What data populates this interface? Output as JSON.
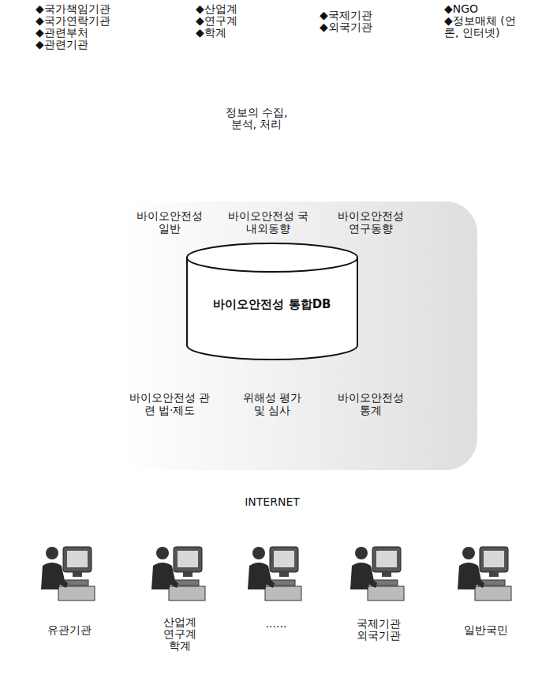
{
  "diagram": {
    "nodes": [
      {
        "text": [
          "바이오안전성 일반",
          "바이오안전성 국내외동향",
          "바이오안전성 연구동향",
          "바이오안전성 관련 법·제도",
          "위해성 평가 및 심사",
          "바이오안전성 통계"
        ]
      },
      {
        "text": [
          "바이오안전성 통합DB"
        ],
        "in": 0
      }
    ],
    "labels": [
      "◆국가책임기관",
      "◆국가연락기관",
      "◆관련부처",
      "◆관련기관",
      "◆산업계",
      "◆연구계",
      "◆학계",
      "◆국제기관",
      "◆외국기관",
      "◆NGO",
      "◆정보매체 (언론, 인터넷)",
      "정보의 수집, 분석, 처리",
      "INTERNET",
      "유관기관",
      "산업계 연구계 학계",
      "......",
      "국제기관 외국기관",
      "일반국민"
    ]
  }
}
